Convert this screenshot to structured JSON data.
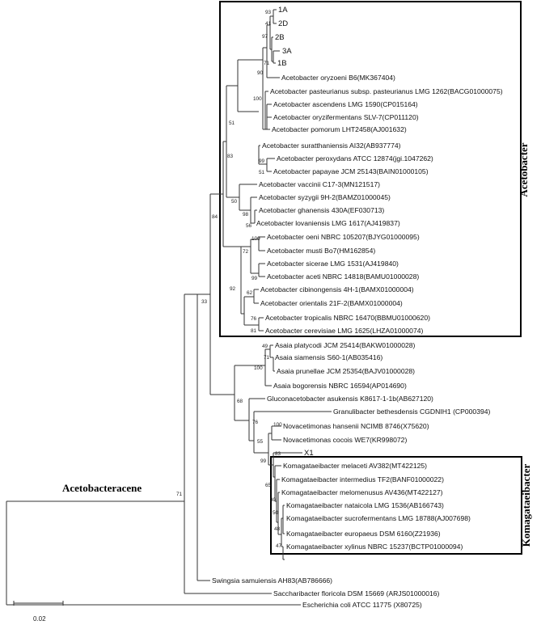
{
  "tree": {
    "leaves": {
      "L1A": "1A",
      "L2D": "2D",
      "L2B": "2B",
      "L3A": "3A",
      "L1B": "1B",
      "oryzoeni": "Acetobacter oryzoeni B6(MK367404)",
      "pasteurianus": "Acetobacter pasteurianus subsp. pasteurianus LMG 1262(BACG01000075)",
      "ascendens": "Acetobacter ascendens LMG 1590(CP015164)",
      "oryzifermentans": "Acetobacter oryzifermentans SLV-7(CP011120)",
      "pomorum": "Acetobacter pomorum LHT2458(AJ001632)",
      "suratthaniensis": "Acetobacter suratthaniensis AI32(AB937774)",
      "peroxydans": "Acetobacter peroxydans ATCC 12874(jgi.1047262)",
      "papayae": "Acetobacter papayae JCM 25143(BAIN01000105)",
      "vaccinii": "Acetobacter vaccinii C17-3(MN121517)",
      "syzygii": "Acetobacter syzygii 9H-2(BAMZ01000045)",
      "ghanensis": "Acetobacter ghanensis 430A(EF030713)",
      "lovaniensis": "Acetobacter lovaniensis LMG 1617(AJ419837)",
      "oeni": "Acetobacter oeni NBRC 105207(BJYG01000095)",
      "musti": "Acetobacter musti Bo7(HM162854)",
      "sicerae": "Acetobacter sicerae LMG 1531(AJ419840)",
      "aceti": "Acetobacter aceti NBRC 14818(BAMU01000028)",
      "cibinongensis": "Acetobacter cibinongensis 4H-1(BAMX01000004)",
      "orientalis": "Acetobacter orientalis 21F-2(BAMX01000004)",
      "tropicalis": "Acetobacter tropicalis NBRC 16470(BBMU01000620)",
      "cerevisiae": "Acetobacter cerevisiae LMG 1625(LHZA01000074)",
      "platycodi": "Asaia platycodi JCM 25414(BAKW01000028)",
      "siamensis": "Asaia siamensis S60-1(AB035416)",
      "prunellae": "Asaia prunellae JCM 25354(BAJV01000028)",
      "bogorensis": "Asaia bogorensis NBRC 16594(AP014690)",
      "gluconaceto": "Gluconacetobacter asukensis K8617-1-1b(AB627120)",
      "granulibacter": "Granulibacter bethesdensis CGDNIH1 (CP000394)",
      "novhansenii": "Novacetimonas hansenii NCIMB 8746(X75620)",
      "novcocois": "Novacetimonas cocois WE7(KR998072)",
      "X1": "X1",
      "melaceti": "Komagataeibacter melaceti AV382(MT422125)",
      "intermedius": "Komagataeibacter intermedius TF2(BANF01000022)",
      "melomenusus": "Komagataeibacter melomenusus AV436(MT422127)",
      "nataicola": "Komagataeibacter nataicola LMG 1536(AB166743)",
      "sucrofermentans": "Komagataeibacter sucrofermentans LMG 18788(AJ007698)",
      "europaeus": "Komagataeibacter europaeus DSM 6160(Z21936)",
      "xylinus": "Komagataeibacter xylinus NBRC 15237(BCTP01000094)",
      "swingsia": "Swingsia samuiensis AH83(AB786666)",
      "saccharibacter": "Saccharibacter floricola DSM 15669 (ARJS01000016)",
      "ecoli": "Escherichia coli ATCC 11775 (X80725)"
    },
    "bootstrap": {
      "n93": "93",
      "n41": "41",
      "n97": "97",
      "n71a": "71",
      "n90": "90",
      "n100a": "100",
      "n51a": "51",
      "n99a": "99",
      "n51b": "51",
      "n83": "83",
      "n50a": "50",
      "n98": "98",
      "n56": "56",
      "n84": "84",
      "n100b": "100",
      "n72": "72",
      "n99b": "99",
      "n62": "62",
      "n92": "92",
      "n76a": "76",
      "n81": "81",
      "n33": "33",
      "n49": "49",
      "n71b": "71",
      "n100c": "100",
      "n68": "68",
      "n76b": "76",
      "n100d": "100",
      "n55": "55",
      "n83b": "83",
      "n99c": "99",
      "n65": "65",
      "n30": "30",
      "n50b": "50",
      "n48": "48",
      "n47": "47",
      "n71c": "71"
    },
    "clades": {
      "acetobacter": "Acetobacter",
      "komagataeibacter": "Komagataeibacter",
      "family": "Acetobacteracene"
    },
    "scale_bar": "0.02"
  }
}
